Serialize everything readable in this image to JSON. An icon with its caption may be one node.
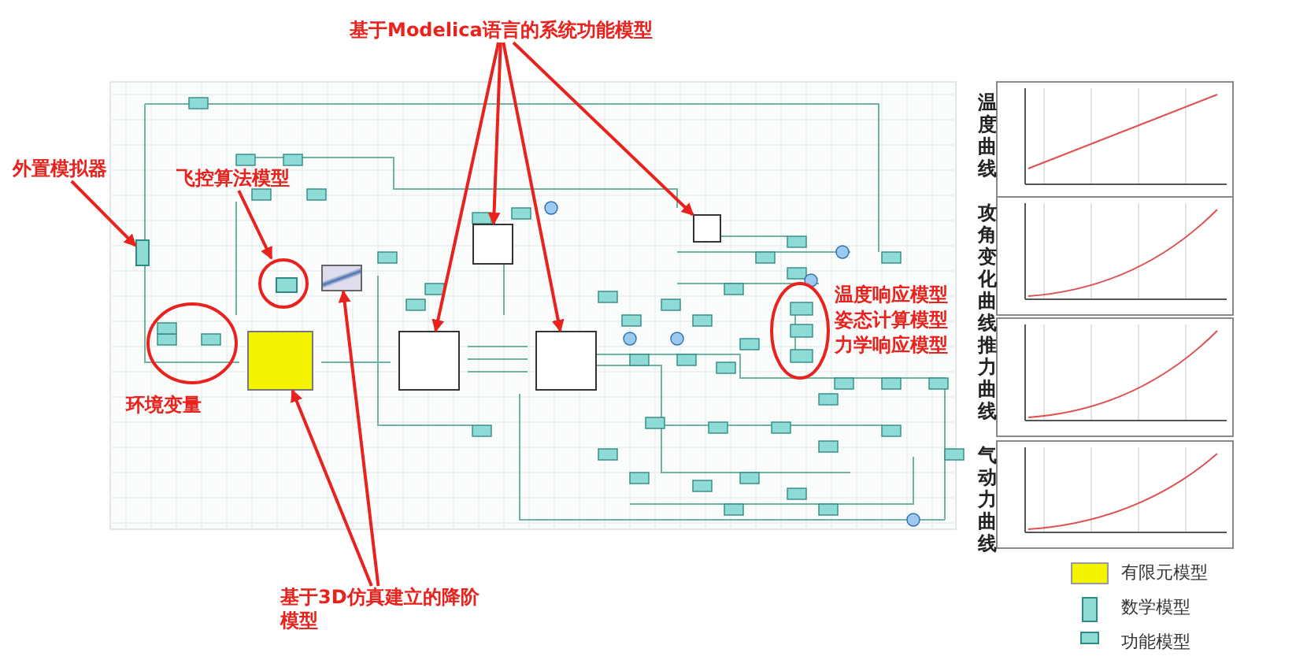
{
  "diagram": {
    "nodes": [
      {
        "text": [
          "基于Modelica语言的系统功能模型"
        ]
      },
      {
        "text": [
          "外置模拟器"
        ]
      },
      {
        "text": [
          "飞控算法模型"
        ]
      },
      {
        "text": [],
        "shape": "box"
      },
      {
        "text": [],
        "shape": "circle"
      },
      {
        "text": [],
        "shape": "box"
      },
      {
        "text": [],
        "shape": "box"
      },
      {
        "text": [],
        "shape": "box"
      },
      {
        "text": [],
        "shape": "box"
      },
      {
        "text": [],
        "shape": "box"
      },
      {
        "text": [],
        "shape": "box"
      },
      {
        "text": [
          "基于3D仿真建立的降阶模型"
        ]
      }
    ],
    "edges": [
      {
        "from": 0,
        "to": 5,
        "arrow": "to"
      },
      {
        "from": 0,
        "to": 7,
        "arrow": "to"
      },
      {
        "from": 0,
        "to": 8,
        "arrow": "to"
      },
      {
        "from": 0,
        "to": 9,
        "arrow": "to"
      },
      {
        "from": 1,
        "to": 3,
        "arrow": "to"
      },
      {
        "from": 2,
        "to": 4,
        "arrow": "to"
      },
      {
        "from": 11,
        "to": 10,
        "arrow": "to"
      },
      {
        "from": 11,
        "to": 6,
        "arrow": "to"
      }
    ],
    "labels": [
      "温度曲线",
      "攻角变化曲线",
      "温度响应模型",
      "姿态计算模型",
      "力学响应模型",
      "环境变量",
      "推力曲线",
      "气动力曲线"
    ],
    "legend": [
      {
        "text": "有限元模型"
      },
      {
        "text": "数学模型"
      },
      {
        "text": "功能模型"
      }
    ]
  }
}
